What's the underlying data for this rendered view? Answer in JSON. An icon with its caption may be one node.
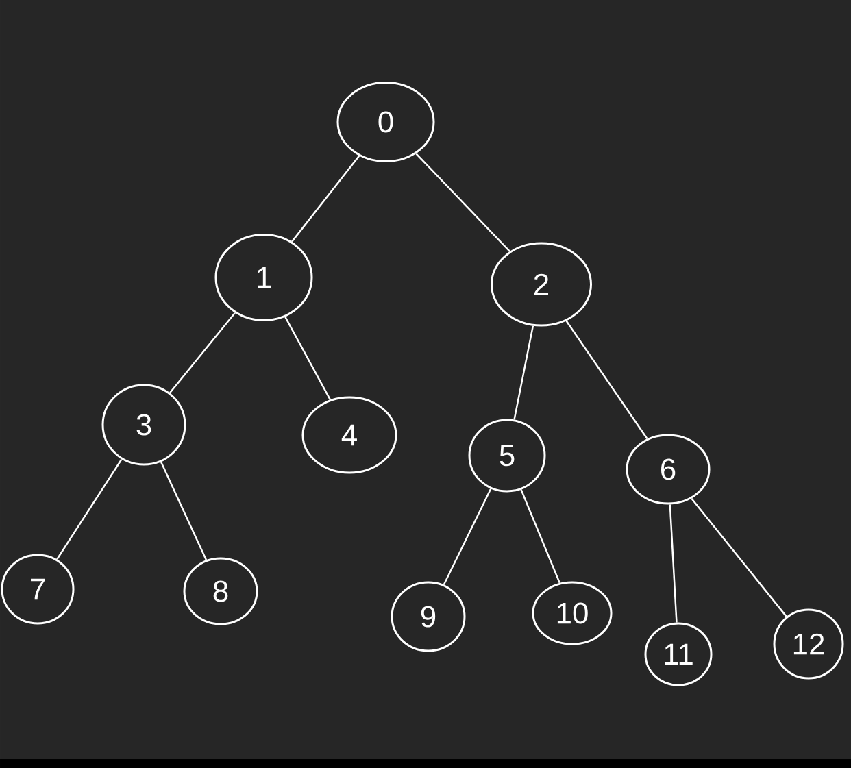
{
  "diagram": {
    "nodes": [
      {
        "text": [
          "0"
        ]
      },
      {
        "text": [
          "1"
        ]
      },
      {
        "text": [
          "2"
        ]
      },
      {
        "text": [
          "3"
        ]
      },
      {
        "text": [
          "4"
        ]
      },
      {
        "text": [
          "5"
        ]
      },
      {
        "text": [
          "6"
        ]
      },
      {
        "text": [
          "7"
        ]
      },
      {
        "text": [
          "8"
        ]
      },
      {
        "text": [
          "9"
        ]
      },
      {
        "text": [
          "10"
        ]
      },
      {
        "text": [
          "11"
        ]
      },
      {
        "text": [
          "12"
        ]
      }
    ],
    "edges": [
      {
        "from": 0,
        "to": 1,
        "arrow": "none"
      },
      {
        "from": 0,
        "to": 2,
        "arrow": "none"
      },
      {
        "from": 1,
        "to": 3,
        "arrow": "none"
      },
      {
        "from": 1,
        "to": 4,
        "arrow": "none"
      },
      {
        "from": 2,
        "to": 5,
        "arrow": "none"
      },
      {
        "from": 2,
        "to": 6,
        "arrow": "none"
      },
      {
        "from": 3,
        "to": 7,
        "arrow": "none"
      },
      {
        "from": 3,
        "to": 8,
        "arrow": "none"
      },
      {
        "from": 5,
        "to": 9,
        "arrow": "none"
      },
      {
        "from": 5,
        "to": 10,
        "arrow": "none"
      },
      {
        "from": 6,
        "to": 11,
        "arrow": "none"
      },
      {
        "from": 6,
        "to": 12,
        "arrow": "none"
      }
    ]
  }
}
